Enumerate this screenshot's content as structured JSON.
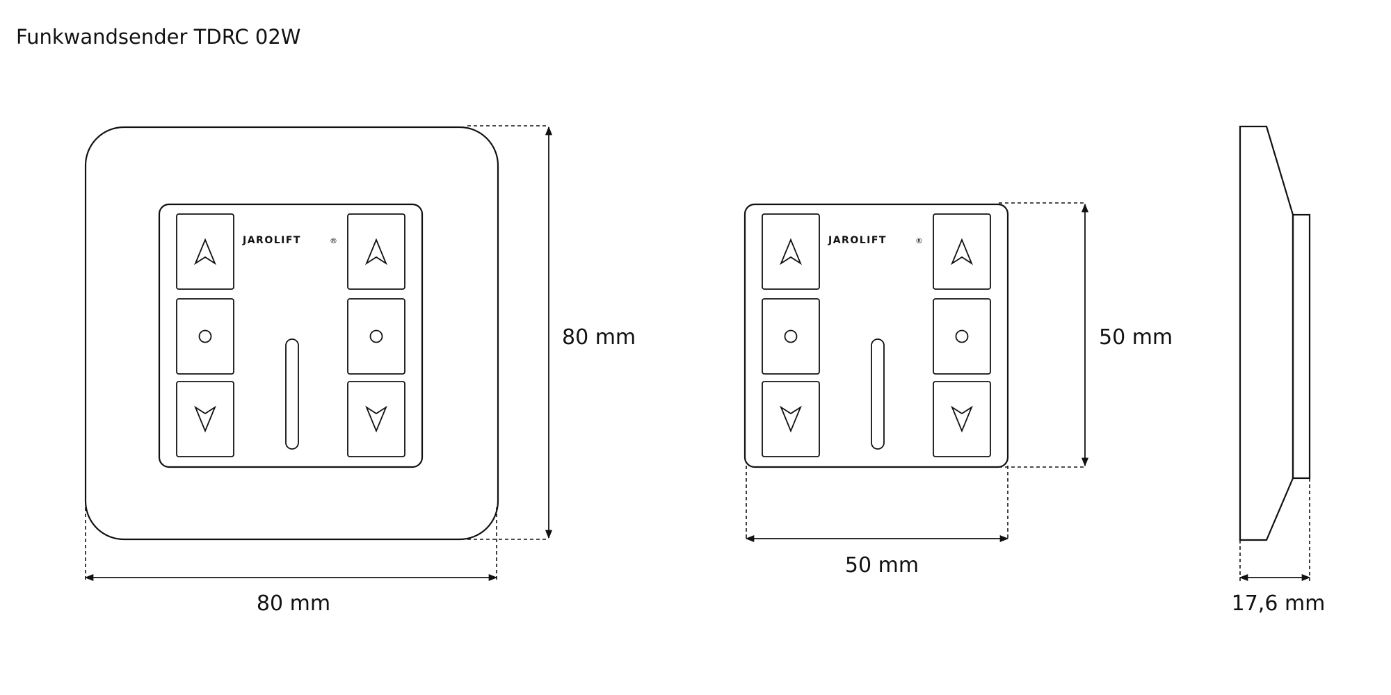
{
  "title": "Funkwandsender TDRC 02W",
  "logo": {
    "text": "JAROLIFT",
    "mark": "®"
  },
  "views": {
    "front_with_frame": {
      "width_label": "80 mm",
      "height_label": "80 mm"
    },
    "front_without_frame": {
      "width_label": "50 mm",
      "height_label": "50 mm"
    },
    "side": {
      "depth_label": "17,6 mm"
    }
  },
  "icons": [
    "arrow-up-icon",
    "stop-circle-icon",
    "arrow-down-icon"
  ]
}
